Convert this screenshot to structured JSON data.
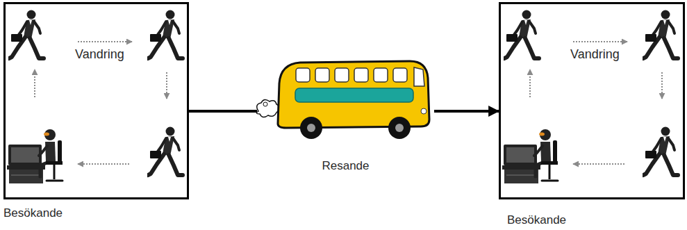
{
  "diagram": {
    "nodes": [
      {
        "text": [
          "Vandring",
          "Besökande"
        ]
      },
      {
        "text": [
          "Resande"
        ]
      },
      {
        "text": [
          "Vandring",
          "Besökande"
        ]
      }
    ],
    "edges": [
      {
        "from": 0,
        "to": 1,
        "arrow": "none"
      },
      {
        "from": 1,
        "to": 2,
        "arrow": "to"
      }
    ]
  }
}
